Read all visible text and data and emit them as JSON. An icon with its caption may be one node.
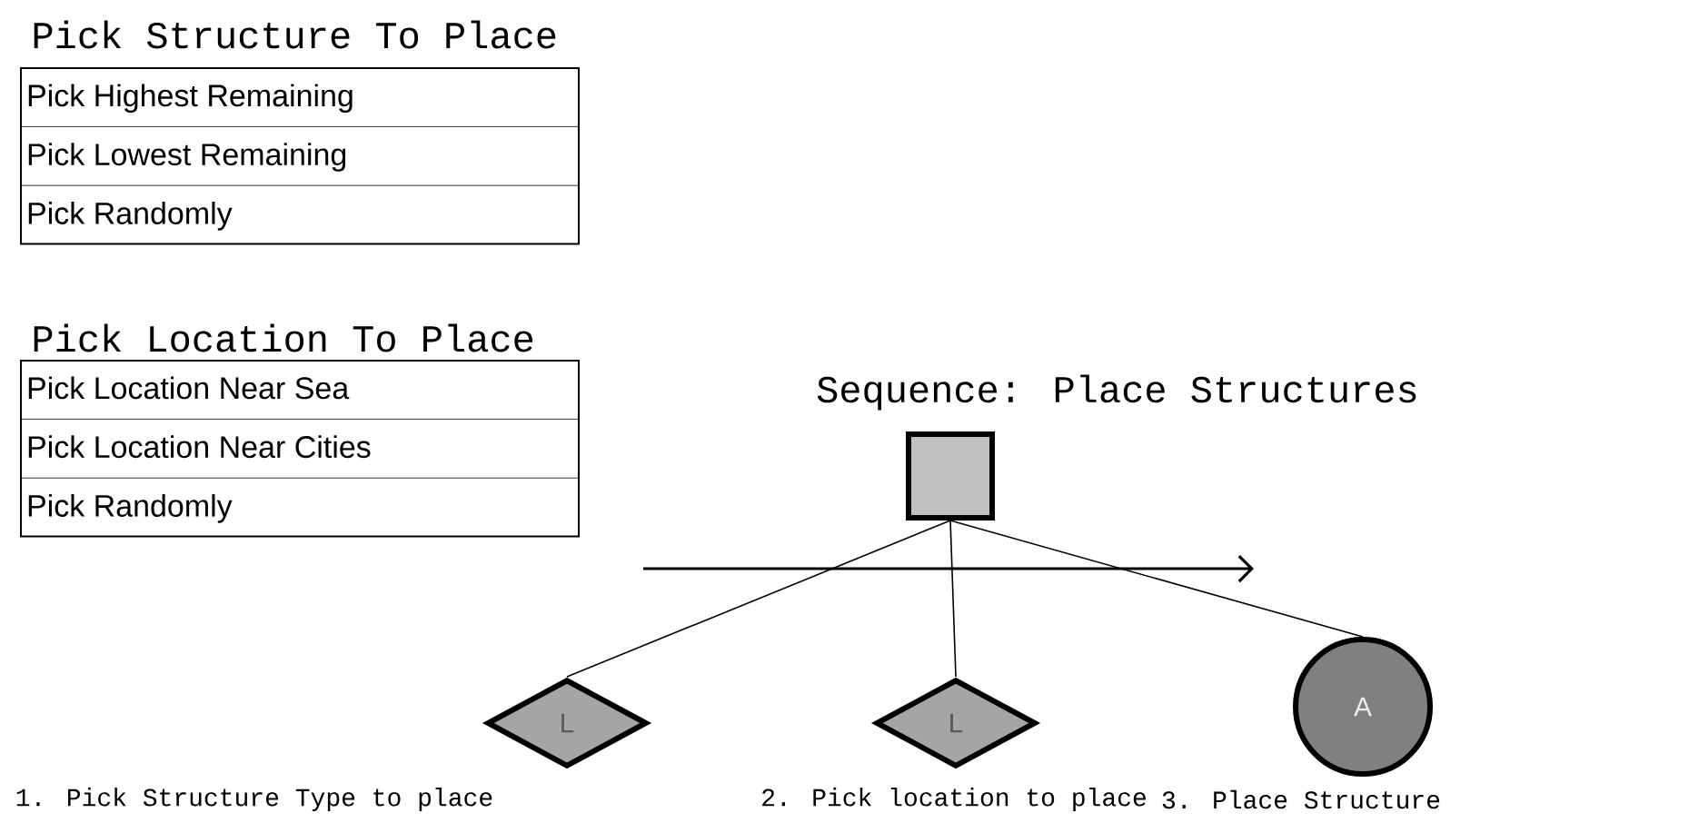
{
  "diagram": {
    "nodes": [
      {
        "text": [
          "Pick Structure To Place",
          "Pick Highest Remaining",
          "Pick Lowest Remaining",
          "Pick Randomly"
        ]
      },
      {
        "text": [
          "Pick Location To Place",
          "Pick Location Near Sea",
          "Pick Location Near Cities",
          "Pick Randomly"
        ]
      },
      {
        "text": [
          "Sequence: Place Structures"
        ]
      },
      {
        "text": [
          "L"
        ],
        "beside": [
          "1. Pick Structure Type to place"
        ]
      },
      {
        "text": [
          "L"
        ],
        "beside": [
          "2. Pick location to place"
        ]
      },
      {
        "text": [
          "A"
        ],
        "beside": [
          "3. Place Structure"
        ]
      }
    ],
    "edges": [
      {
        "from": 2,
        "to": 3,
        "arrow": "none"
      },
      {
        "from": 2,
        "to": 4,
        "arrow": "none"
      },
      {
        "from": 2,
        "to": 5,
        "arrow": "none"
      }
    ]
  }
}
